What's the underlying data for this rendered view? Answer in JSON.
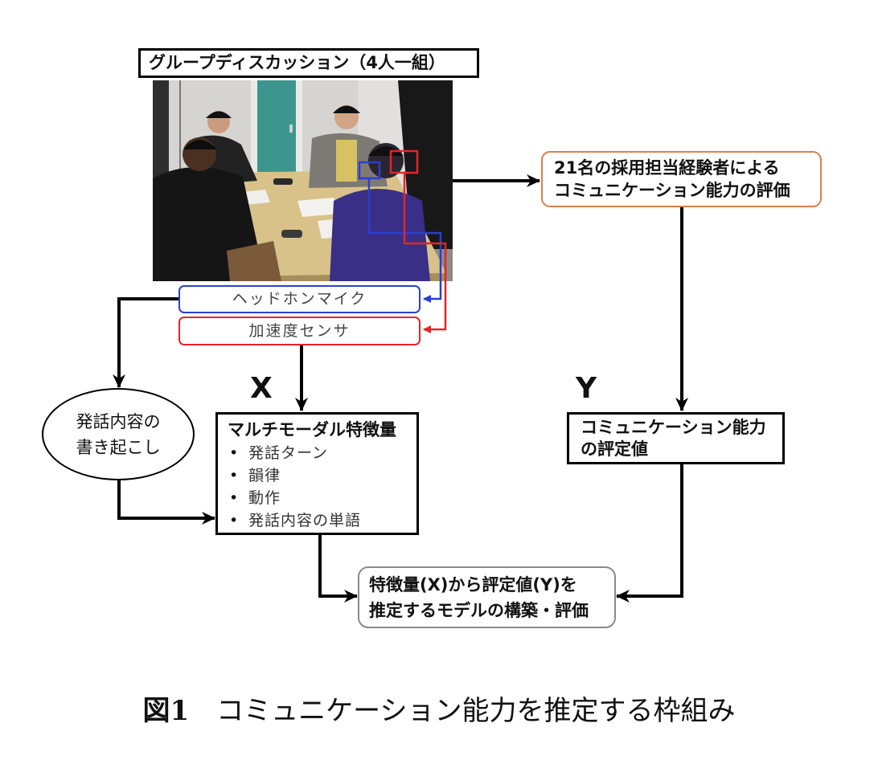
{
  "title_box": {
    "label": "グループディスカッション（4人一組）"
  },
  "sensors": {
    "mic_label": "ヘッドホンマイク",
    "accel_label": "加速度センサ",
    "mic_color": "#2b3fd0",
    "accel_color": "#e0262b"
  },
  "evaluation": {
    "line1": "21名の採用担当経験者による",
    "line2": "コミュニケーション能力の評価",
    "border_color": "#d9804a"
  },
  "labels": {
    "x": "X",
    "y": "Y"
  },
  "rating": {
    "line1": "コミュニケーション能力",
    "line2": "の評定値"
  },
  "transcription": {
    "line1": "発話内容の",
    "line2": "書き起こし"
  },
  "features": {
    "title": "マルチモーダル特徴量",
    "items": [
      "発話ターン",
      "韻律",
      "動作",
      "発話内容の単語"
    ]
  },
  "model": {
    "line1": "特徴量(X)から評定値(Y)を",
    "line2": "推定するモデルの構築・評価",
    "border_color": "#8a8a8a"
  },
  "caption": {
    "figure_label": "図1",
    "text": "コミュニケーション能力を推定する枠組み"
  }
}
